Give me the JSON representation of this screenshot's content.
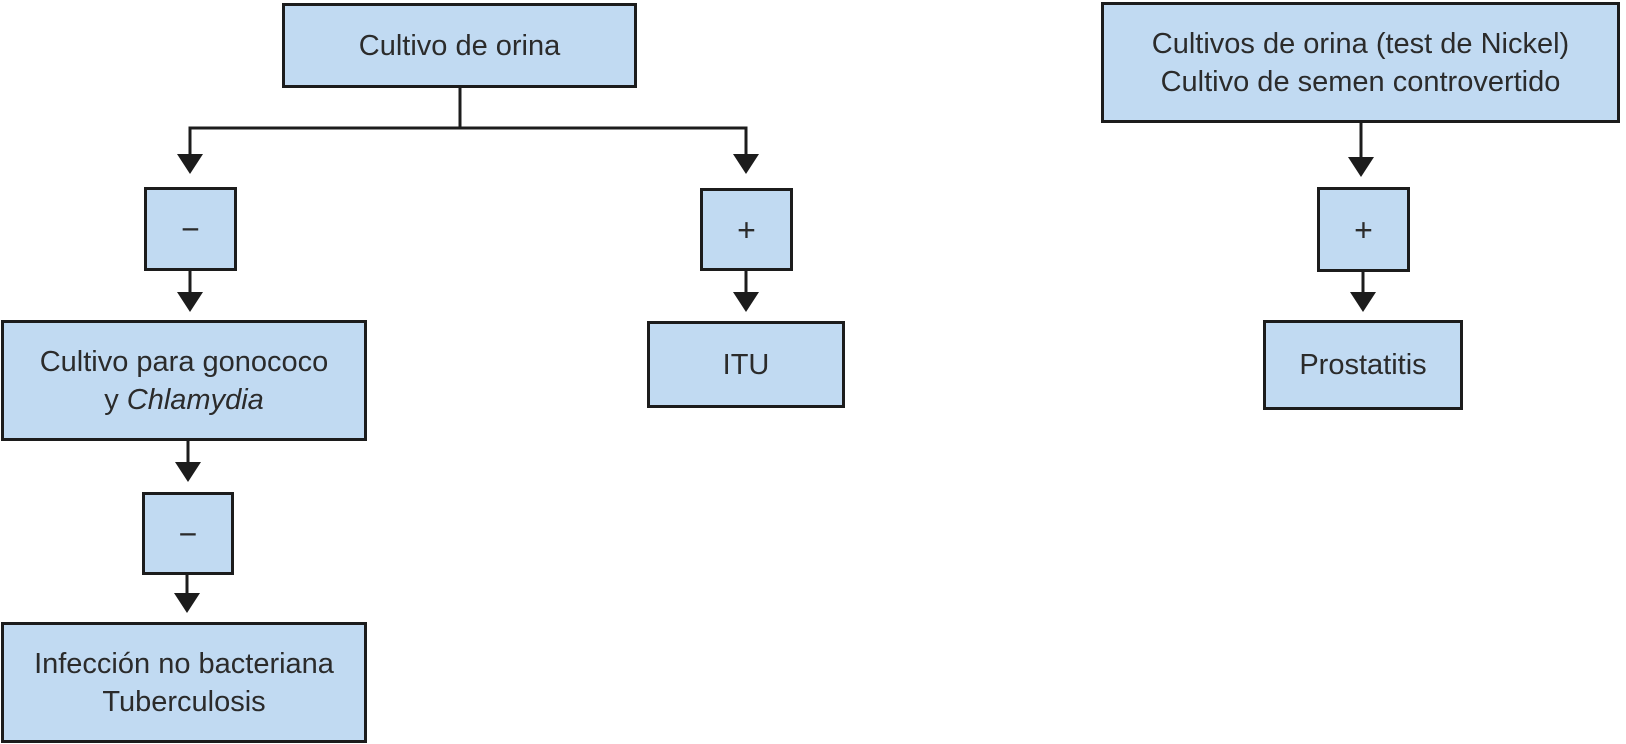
{
  "colors": {
    "background": "#ffffff",
    "node_fill": "#c1daf2",
    "node_border": "#1c1c1c",
    "connector_line": "#1c1c1c",
    "text": "#2b2b2b"
  },
  "flowchart": {
    "urine_culture_branch": {
      "root_label": "Cultivo de orina",
      "negative_sign": "−",
      "positive_sign": "+",
      "gonococcus_culture_line1": "Cultivo para gonococo",
      "gonococcus_culture_line2_prefix": "y ",
      "gonococcus_culture_line2_italic": "Chlamydia",
      "second_negative_sign": "−",
      "nonbacterial_result_line1": "Infección no bacteriana",
      "nonbacterial_result_line2": "Tuberculosis",
      "positive_result": "ITU"
    },
    "nickel_test_branch": {
      "root_line1": "Cultivos de orina (test de Nickel)",
      "root_line2": "Cultivo de semen controvertido",
      "positive_sign": "+",
      "positive_result": "Prostatitis"
    }
  }
}
